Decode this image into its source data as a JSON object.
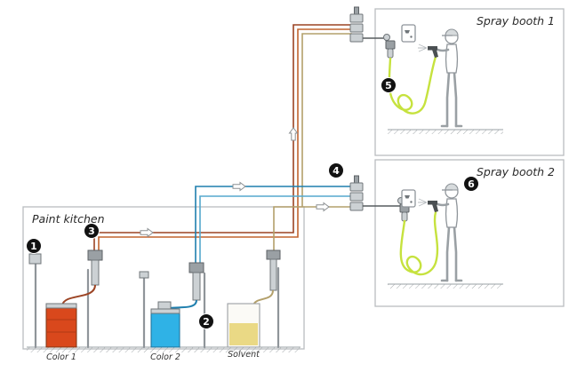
{
  "kitchen": {
    "title": "Paint kitchen",
    "containers": [
      {
        "label": "Color 1"
      },
      {
        "label": "Color 2"
      },
      {
        "label": "Solvent"
      }
    ]
  },
  "booths": [
    {
      "title": "Spray booth 1"
    },
    {
      "title": "Spray booth 2"
    }
  ],
  "badges": [
    "1",
    "2",
    "3",
    "4",
    "5",
    "6"
  ],
  "colors": {
    "color1_line": "#9c4424",
    "color1_return": "#c2642f",
    "color2_line": "#1f7fae",
    "color2_return": "#55a9cd",
    "solvent_line": "#b3a06b",
    "hose": "#c6e23e",
    "drum_color1": "#d9481c",
    "drum_color2": "#2fb2e6",
    "solvent_fluid": "#ead985",
    "badge_bg": "#121212",
    "badge_text": "#ffffff",
    "box_border": "#b9bdc0"
  }
}
